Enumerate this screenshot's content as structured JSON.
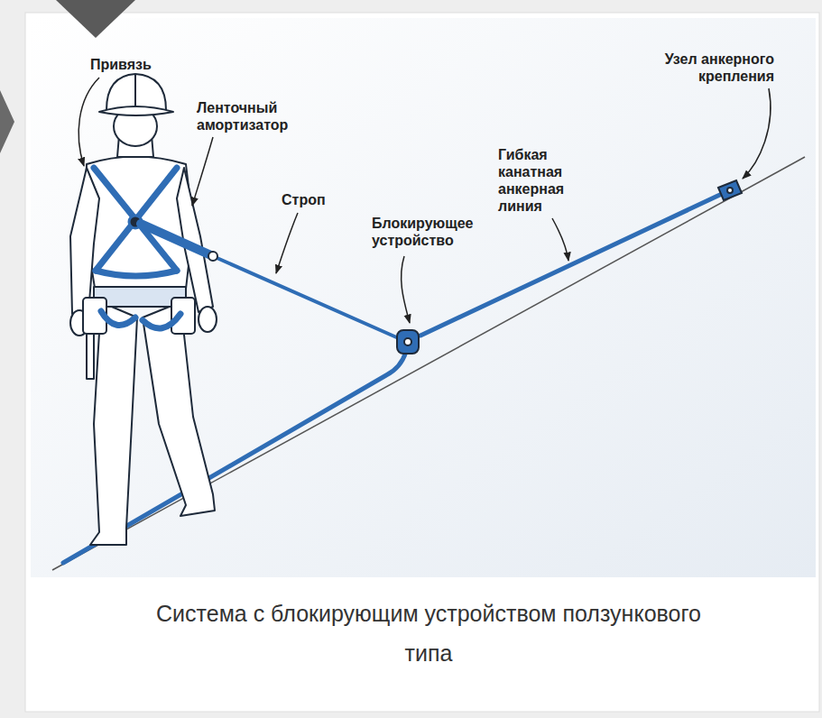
{
  "diagram": {
    "caption": "Система с блокирующим устройством ползункового типа",
    "labels": [
      "Привязь",
      "Ленточный амортизатор",
      "Строп",
      "Блокирующее устройство",
      "Гибкая канатная анкерная линия",
      "Узел анкерного крепления"
    ]
  }
}
